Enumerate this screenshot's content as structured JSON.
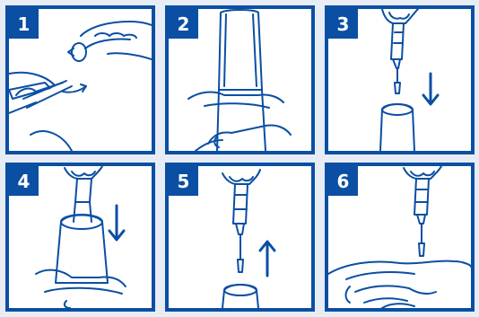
{
  "panels": [
    {
      "number": "1",
      "caption": ""
    },
    {
      "number": "2",
      "caption": ""
    },
    {
      "number": "3",
      "caption": ""
    },
    {
      "number": "4",
      "caption": ""
    },
    {
      "number": "5",
      "caption": ""
    },
    {
      "number": "6",
      "caption": ""
    }
  ],
  "colors": {
    "border": "#0a4fa3",
    "ink": "#0a4fa3",
    "background": "#e8ecf5"
  },
  "icons": [
    "down-arrow-icon",
    "up-arrow-icon",
    "curved-arrow-icon"
  ]
}
